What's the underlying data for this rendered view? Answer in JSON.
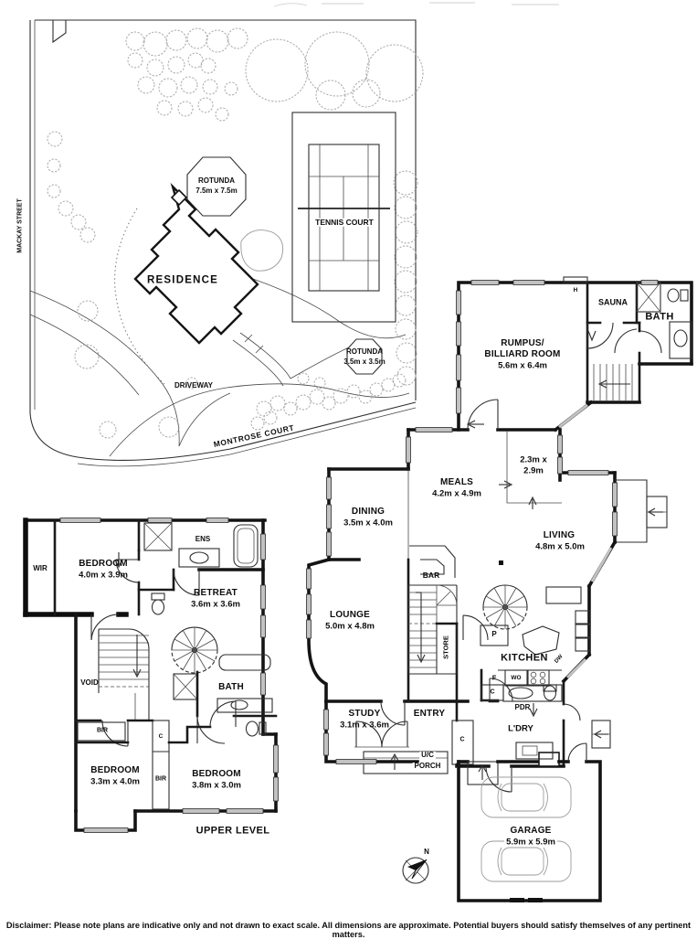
{
  "site_plan": {
    "mackay_street": "MACKAY STREET",
    "montrose_court": "MONTROSE COURT",
    "residence": "RESIDENCE",
    "driveway": "DRIVEWAY",
    "tennis_court": "TENNIS COURT",
    "rotunda_large_name": "ROTUNDA",
    "rotunda_large_dims": "7.5m x 7.5m",
    "rotunda_small_name": "ROTUNDA",
    "rotunda_small_dims": "3.5m x 3.5m"
  },
  "ground_floor": {
    "rumpus_name_1": "RUMPUS/",
    "rumpus_name_2": "BILLIARD ROOM",
    "rumpus_dims": "5.6m x 6.4m",
    "sauna": "SAUNA",
    "bath": "BATH",
    "hws": "H",
    "atrium_dims_1": "2.3m x",
    "atrium_dims_2": "2.9m",
    "meals_name": "MEALS",
    "meals_dims": "4.2m x 4.9m",
    "dining_name": "DINING",
    "dining_dims": "3.5m x 4.0m",
    "living_name": "LIVING",
    "living_dims": "4.8m x 5.0m",
    "lounge_name": "LOUNGE",
    "lounge_dims": "5.0m x 4.8m",
    "bar": "BAR",
    "store": "STORE",
    "pantry": "P",
    "kitchen": "KITCHEN",
    "dishwasher": "DW",
    "fridge": "F",
    "wall_oven": "WO",
    "cupboard": "C",
    "powder": "PDR",
    "study_name": "STUDY",
    "study_dims": "3.1m x 3.6m",
    "entry": "ENTRY",
    "porch_1": "U/C",
    "porch_2": "PORCH",
    "entry_cupboard": "C",
    "laundry": "L'DRY",
    "garage_name": "GARAGE",
    "garage_dims": "5.9m x 5.9m"
  },
  "upper_level": {
    "wir": "WIR",
    "bedroom1_name": "BEDROOM",
    "bedroom1_dims": "4.0m x 3.9m",
    "ens": "ENS",
    "retreat_name": "RETREAT",
    "retreat_dims": "3.6m x 3.6m",
    "void": "VOID",
    "bath": "BATH",
    "bir1": "BIR",
    "cupboard": "C",
    "bedroom2_name": "BEDROOM",
    "bedroom2_dims": "3.3m x 4.0m",
    "bir2": "BIR",
    "bedroom3_name": "BEDROOM",
    "bedroom3_dims": "3.8m x 3.0m",
    "caption": "UPPER LEVEL"
  },
  "compass": {
    "north": "N"
  },
  "footer": {
    "disclaimer": "Disclaimer: Please note plans are indicative only and not drawn to exact scale. All dimensions are approximate. Potential buyers should satisfy themselves of any pertinent matters."
  },
  "colors": {
    "wall": "#141414",
    "tree": "#a8a8a8",
    "window_glass": "#c2c2c2"
  }
}
